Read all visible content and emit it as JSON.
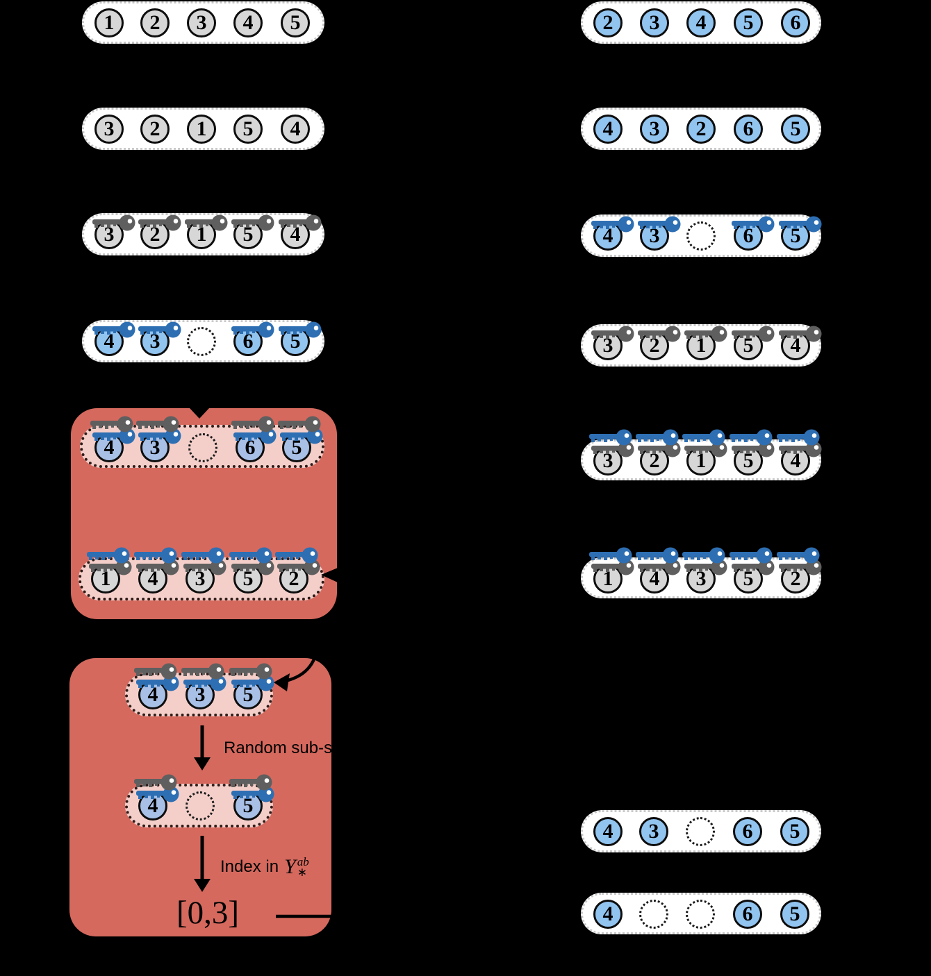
{
  "palette": {
    "background": "#000000",
    "pill_white": "#ffffff",
    "pill_pink": "#f4cfca",
    "red_box": "#d5695e",
    "circle_gray": "#d7d7d7",
    "circle_blue": "#92c4f0",
    "circle_periwinkle": "#a9c0e6",
    "key_gray": "#5f5f5f",
    "key_blue": "#2e6fb3",
    "arrow_black": "#000000"
  },
  "rows": [
    {
      "id": "left-row-1",
      "tokens": [
        "1",
        "2",
        "3",
        "4",
        "5"
      ],
      "circle_style": "gray",
      "keys": "none"
    },
    {
      "id": "left-row-2",
      "tokens": [
        "3",
        "2",
        "1",
        "5",
        "4"
      ],
      "circle_style": "gray",
      "keys": "none"
    },
    {
      "id": "left-row-3",
      "tokens": [
        "3",
        "2",
        "1",
        "5",
        "4"
      ],
      "circle_style": "gray",
      "keys": "gray"
    },
    {
      "id": "left-row-4",
      "tokens": [
        "4",
        "3",
        "",
        "6",
        "5"
      ],
      "circle_style": "blue",
      "keys": "blue"
    },
    {
      "id": "box1-pill-top",
      "tokens": [
        "4",
        "3",
        "",
        "6",
        "5"
      ],
      "circle_style": "periwinkle",
      "keys": "double_gray_top"
    },
    {
      "id": "box1-pill-bottom",
      "tokens": [
        "1",
        "4",
        "3",
        "5",
        "2"
      ],
      "circle_style": "gray",
      "keys": "double_blue_top"
    },
    {
      "id": "box2-pill-top",
      "tokens": [
        "4",
        "3",
        "5"
      ],
      "circle_style": "periwinkle",
      "keys": "double_gray_top"
    },
    {
      "id": "box2-pill-bottom",
      "tokens": [
        "4",
        "",
        "5"
      ],
      "circle_style": "periwinkle",
      "keys": "double_gray_top"
    },
    {
      "id": "right-row-1",
      "tokens": [
        "2",
        "3",
        "4",
        "5",
        "6"
      ],
      "circle_style": "blue",
      "keys": "none"
    },
    {
      "id": "right-row-2",
      "tokens": [
        "4",
        "3",
        "2",
        "6",
        "5"
      ],
      "circle_style": "blue",
      "keys": "none"
    },
    {
      "id": "right-row-3",
      "tokens": [
        "4",
        "3",
        "",
        "6",
        "5"
      ],
      "circle_style": "blue",
      "keys": "blue"
    },
    {
      "id": "right-row-4",
      "tokens": [
        "3",
        "2",
        "1",
        "5",
        "4"
      ],
      "circle_style": "gray",
      "keys": "gray"
    },
    {
      "id": "right-row-5",
      "tokens": [
        "3",
        "2",
        "1",
        "5",
        "4"
      ],
      "circle_style": "gray",
      "keys": "double_blue_top"
    },
    {
      "id": "right-row-6",
      "tokens": [
        "1",
        "4",
        "3",
        "5",
        "2"
      ],
      "circle_style": "gray",
      "keys": "double_blue_top"
    },
    {
      "id": "right-row-7",
      "tokens": [
        "4",
        "3",
        "",
        "6",
        "5"
      ],
      "circle_style": "blue",
      "keys": "none"
    },
    {
      "id": "right-row-8",
      "tokens": [
        "4",
        "",
        "",
        "6",
        "5"
      ],
      "circle_style": "blue",
      "keys": "none"
    }
  ],
  "flow": {
    "random_label": "Random sub-s",
    "index_label": "Index in",
    "math_var": "Y",
    "math_sup": "ab",
    "math_sub": "∗",
    "result": "[0,3]"
  }
}
